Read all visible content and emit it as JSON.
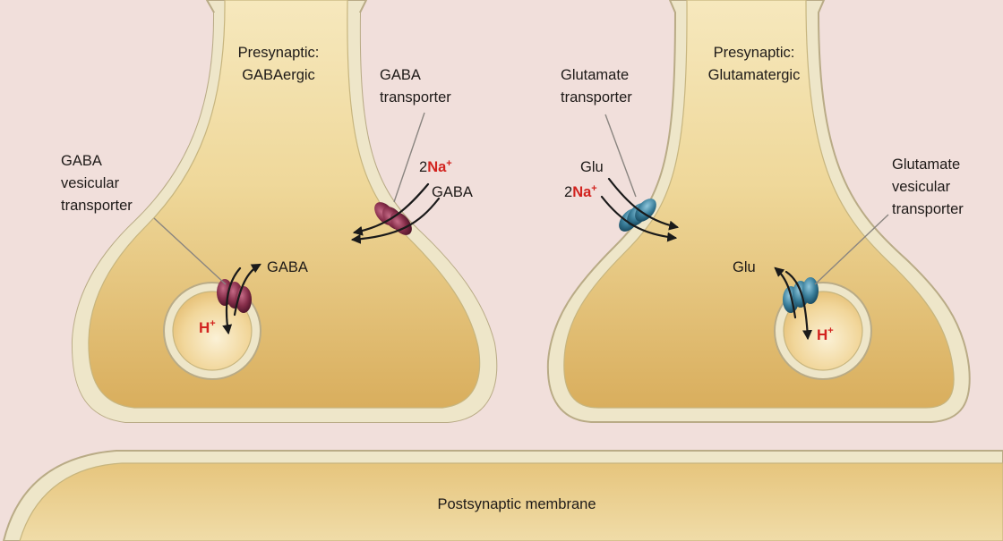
{
  "labels": {
    "presynaptic_gaba_line1": "Presynaptic:",
    "presynaptic_gaba_line2": "GABAergic",
    "presynaptic_glu_line1": "Presynaptic:",
    "presynaptic_glu_line2": "Glutamatergic",
    "gaba_transporter_line1": "GABA",
    "gaba_transporter_line2": "transporter",
    "gaba_vesicular_line1": "GABA",
    "gaba_vesicular_line2": "vesicular",
    "gaba_vesicular_line3": "transporter",
    "glutamate_transporter_line1": "Glutamate",
    "glutamate_transporter_line2": "transporter",
    "glutamate_vesicular_line1": "Glutamate",
    "glutamate_vesicular_line2": "vesicular",
    "glutamate_vesicular_line3": "transporter",
    "postsynaptic": "Postsynaptic membrane"
  },
  "ions": {
    "two": "2",
    "na": "Na",
    "plus": "+",
    "h": "H",
    "gaba": "GABA",
    "glu": "Glu"
  },
  "colors": {
    "background": "#f1dfdb",
    "membrane": "#eee6c9",
    "membrane_edge": "#b9ab86",
    "cytoplasm_top": "#f4e3ae",
    "cytoplasm_bottom": "#dcb363",
    "gaba_transporter": "#7e2a44",
    "glutamate_transporter": "#3d7f9a",
    "ion_red": "#d2231f"
  }
}
